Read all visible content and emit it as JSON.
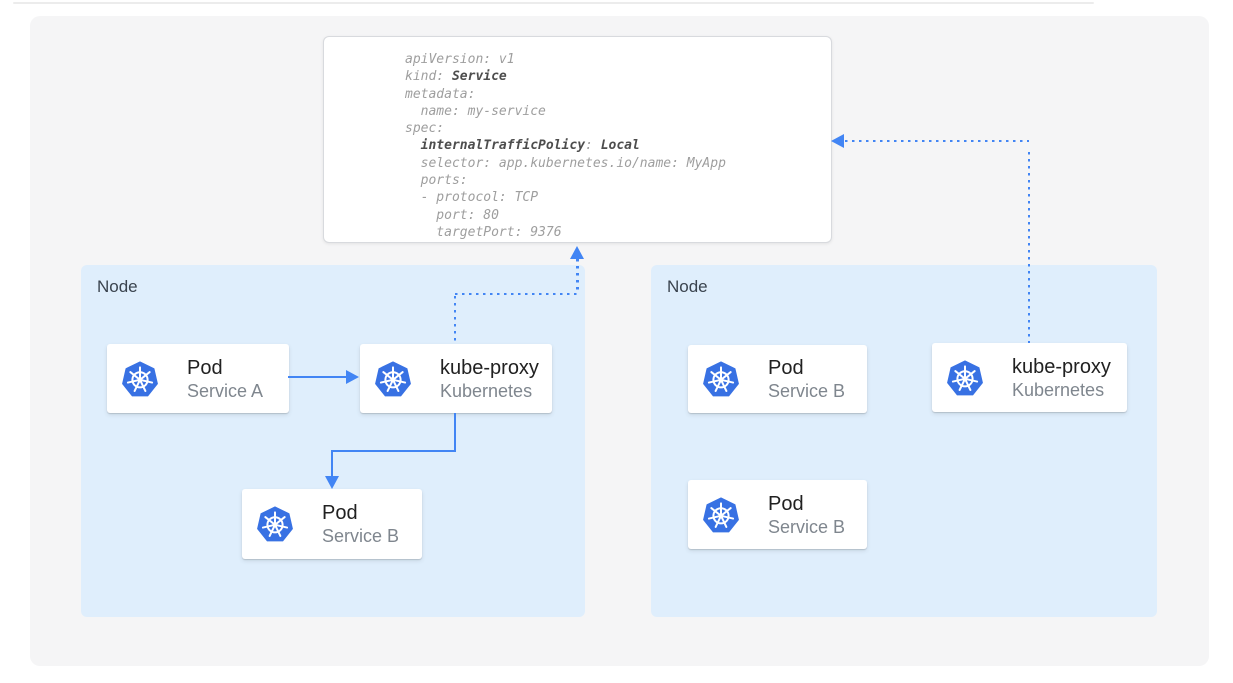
{
  "colors": {
    "canvas_bg": "#f5f5f6",
    "node_bg": "#dfeefc",
    "arrow_blue": "#4285f4",
    "kubernetes_blue": "#3871e3",
    "yaml_regular_text": "#9e9e9e",
    "yaml_bold_text": "#4d4d4d"
  },
  "yaml_card": {
    "lines": [
      {
        "a": "apiVersion: v1"
      },
      {
        "a": "kind: ",
        "b": "Service"
      },
      {
        "a": "metadata:"
      },
      {
        "a": "  name: my-service"
      },
      {
        "a": "spec:"
      },
      {
        "a": "  ",
        "b": "internalTrafficPolicy",
        "c": ": ",
        "d": "Local"
      },
      {
        "a": "  selector: app.kubernetes.io/name: MyApp"
      },
      {
        "a": "  ports:"
      },
      {
        "a": "  - protocol: TCP"
      },
      {
        "a": "    port: 80"
      },
      {
        "a": "    targetPort: 9376"
      }
    ]
  },
  "nodes": [
    {
      "label": "Node",
      "cards": [
        {
          "title": "Pod",
          "subtitle": "Service A",
          "icon": "kubernetes-icon"
        },
        {
          "title": "kube-proxy",
          "subtitle": "Kubernetes",
          "icon": "kubernetes-icon"
        },
        {
          "title": "Pod",
          "subtitle": "Service B",
          "icon": "kubernetes-icon"
        }
      ]
    },
    {
      "label": "Node",
      "cards": [
        {
          "title": "Pod",
          "subtitle": "Service B",
          "icon": "kubernetes-icon"
        },
        {
          "title": "kube-proxy",
          "subtitle": "Kubernetes",
          "icon": "kubernetes-icon"
        },
        {
          "title": "Pod",
          "subtitle": "Service B",
          "icon": "kubernetes-icon"
        }
      ]
    }
  ]
}
